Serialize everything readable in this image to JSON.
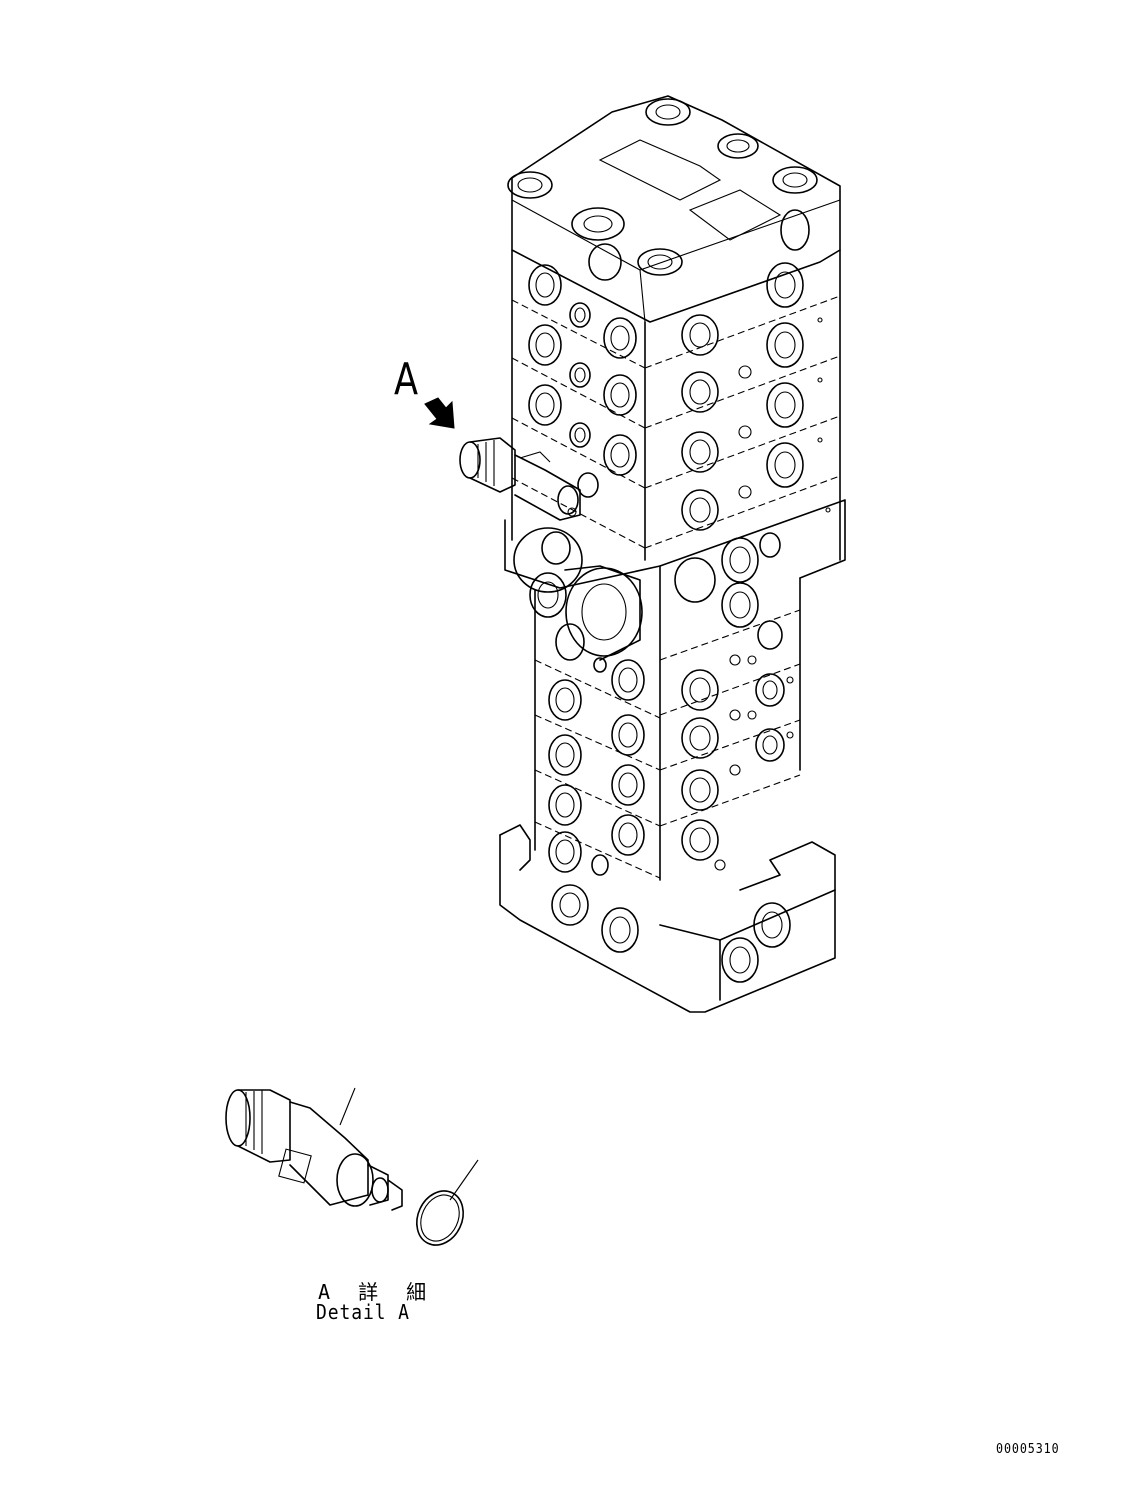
{
  "callout": {
    "letter": "A"
  },
  "detail": {
    "title_jp": "A 詳 細",
    "title_en": "Detail A"
  },
  "drawing_number": "00005310"
}
